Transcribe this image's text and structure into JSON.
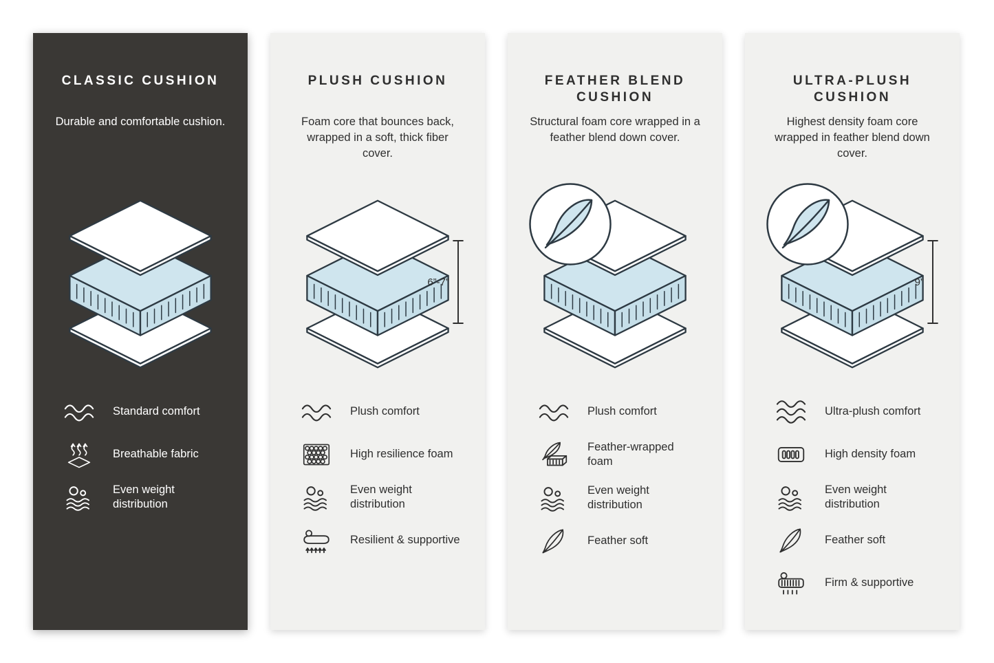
{
  "page": {
    "title": "Cushion comparison infographic"
  },
  "colors": {
    "dark_card_bg": "#3a3835",
    "light_card_bg": "#f1f1ef",
    "foam_blue": "#cfe5ee",
    "line_dark": "#2e3a43",
    "text_dark": "#2f2f2f",
    "text_light": "#ffffff"
  },
  "cards": [
    {
      "title": "CLASSIC CUSHION",
      "theme": "dark",
      "description": "Durable and comfortable cushion.",
      "diagram": {
        "illustration": "layered-cushion",
        "badge": null,
        "measurement": null
      },
      "features": [
        {
          "icon": "comfort-wave-icon",
          "label": "Standard comfort"
        },
        {
          "icon": "breathable-fabric-icon",
          "label": "Breathable fabric"
        },
        {
          "icon": "weight-distribution-icon",
          "label": "Even weight distribution"
        }
      ]
    },
    {
      "title": "PLUSH CUSHION",
      "theme": "light",
      "description": "Foam core that bounces back, wrapped in a soft, thick fiber cover.",
      "diagram": {
        "illustration": "layered-cushion",
        "badge": null,
        "measurement": "6”-7”"
      },
      "features": [
        {
          "icon": "comfort-wave-icon",
          "label": "Plush comfort"
        },
        {
          "icon": "foam-cells-icon",
          "label": "High resilience foam"
        },
        {
          "icon": "weight-distribution-icon",
          "label": "Even weight distribution"
        },
        {
          "icon": "resilient-supportive-icon",
          "label": "Resilient & supportive"
        }
      ]
    },
    {
      "title": "FEATHER BLEND CUSHION",
      "theme": "light",
      "description": "Structural foam core wrapped in a feather blend down cover.",
      "diagram": {
        "illustration": "layered-cushion",
        "badge": "feather-badge-icon",
        "measurement": null
      },
      "features": [
        {
          "icon": "comfort-wave-icon",
          "label": "Plush comfort"
        },
        {
          "icon": "feather-wrapped-foam-icon",
          "label": "Feather-wrapped foam"
        },
        {
          "icon": "weight-distribution-icon",
          "label": "Even weight distribution"
        },
        {
          "icon": "feather-icon",
          "label": "Feather soft"
        }
      ]
    },
    {
      "title": "ULTRA-PLUSH CUSHION",
      "theme": "light",
      "description": "Highest density foam core wrapped in feather blend down cover.",
      "diagram": {
        "illustration": "layered-cushion",
        "badge": "feather-badge-icon",
        "measurement": "9”"
      },
      "features": [
        {
          "icon": "comfort-wave-3-icon",
          "label": "Ultra-plush comfort"
        },
        {
          "icon": "density-foam-icon",
          "label": "High density foam"
        },
        {
          "icon": "weight-distribution-icon",
          "label": "Even weight distribution"
        },
        {
          "icon": "feather-icon",
          "label": "Feather soft"
        },
        {
          "icon": "firm-supportive-icon",
          "label": "Firm & supportive"
        }
      ]
    }
  ]
}
